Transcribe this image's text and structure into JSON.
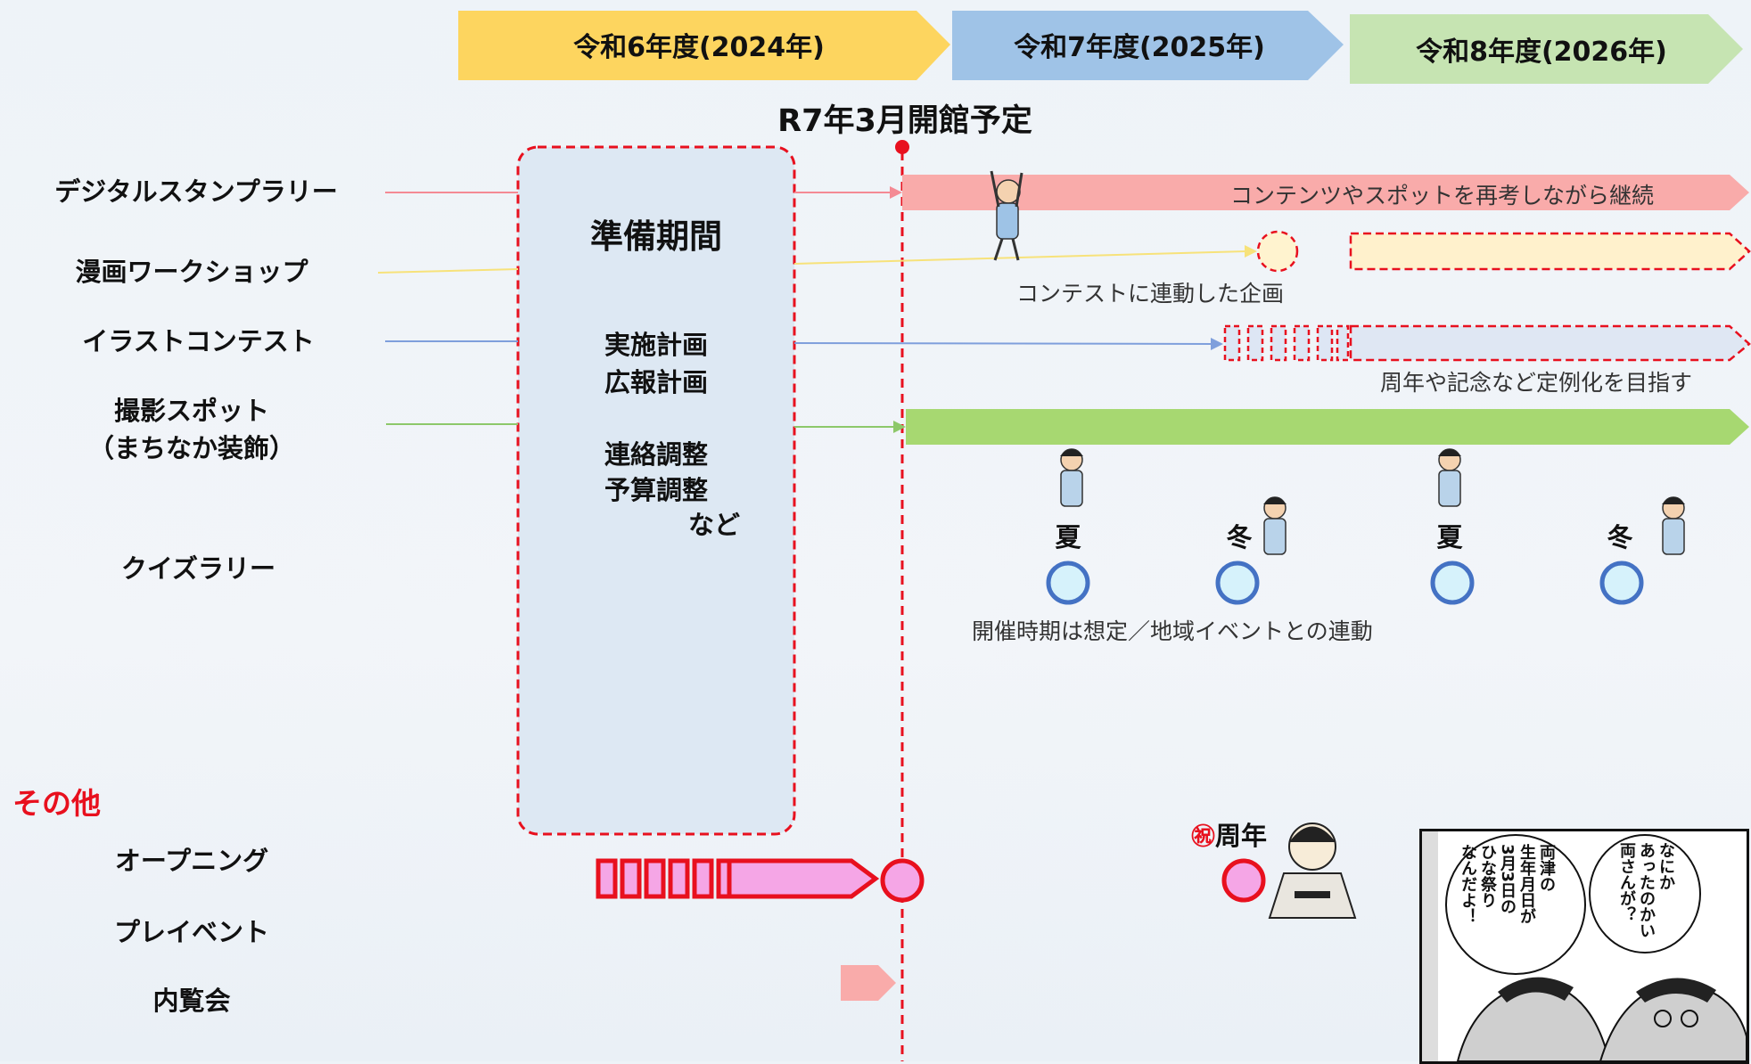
{
  "years": [
    {
      "label": "令和6年度(2024年)",
      "color": "#fdd55f"
    },
    {
      "label": "令和7年度(2025年)",
      "color": "#9fc3e7"
    },
    {
      "label": "令和8年度(2026年)",
      "color": "#c6e4b2"
    }
  ],
  "milestone": "R7年3月開館予定",
  "rows": {
    "stamp": "デジタルスタンプラリー",
    "workshop": "漫画ワークショップ",
    "contest": "イラストコンテスト",
    "photo_line1": "撮影スポット",
    "photo_line2": "（まちなか装飾）",
    "quiz": "クイズラリー"
  },
  "prep": {
    "title": "準備期間",
    "l1": "実施計画",
    "l2": "広報計画",
    "l3": "連絡調整",
    "l4": "予算調整",
    "l5": "など"
  },
  "notes": {
    "stamp": "コンテンツやスポットを再考しながら継続",
    "workshop": "コンテストに連動した企画",
    "contest": "周年や記念など定例化を目指す",
    "quiz": "開催時期は想定／地域イベントとの連動"
  },
  "seasons": [
    "夏",
    "冬",
    "夏",
    "冬"
  ],
  "other": {
    "title": "その他",
    "opening": "オープニング",
    "preevent": "プレイベント",
    "preview": "内覧会",
    "anniv_mark": "㊗",
    "anniv": "周年"
  },
  "manga": {
    "bubble1": [
      "なにか",
      "あったのかい",
      "両さんが？"
    ],
    "bubble2": [
      "両津の",
      "生年月日が",
      "3月3日の",
      "ひな祭り",
      "なんだよ！"
    ]
  },
  "colors": {
    "pink_bar": "#f9abaa",
    "green_bar": "#a7d871",
    "red_dash": "#e8101e",
    "stamp_line": "#f48a94",
    "workshop_line": "#f7e27a",
    "contest_line": "#7f9fdc",
    "photo_line": "#8dc86a",
    "circle_blue": "#4472c4",
    "circle_fill": "#d6f2fb"
  }
}
